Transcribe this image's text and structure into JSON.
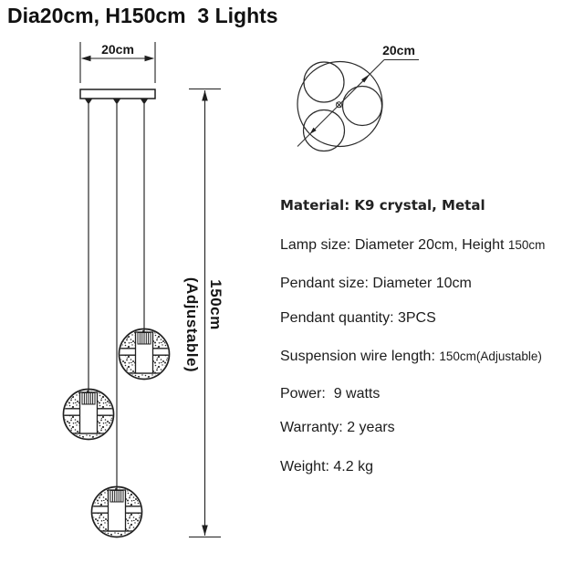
{
  "title": "Dia20cm, H150cm  3 Lights",
  "front_view": {
    "width_label": "20cm",
    "height_label": "150cm",
    "height_note": "(Adjustable)"
  },
  "top_view": {
    "diameter_label": "20cm"
  },
  "specs": [
    {
      "text": "Material: K9 crystal, Metal"
    },
    {
      "text": "Lamp size: Diameter 20cm, Height ",
      "small": "150cm"
    },
    {
      "text": "Pendant size: Diameter 10cm"
    },
    {
      "text": "Pendant quantity: 3PCS"
    },
    {
      "text": "Suspension wire length: ",
      "small": "150cm(Adjustable)"
    },
    {
      "text": "Power:  9 watts"
    },
    {
      "text": "Warranty: 2 years"
    },
    {
      "text": "Weight: 4.2 kg"
    }
  ],
  "colors": {
    "line": "#1f1f1f",
    "text": "#1c1c1c",
    "background": "#ffffff"
  }
}
